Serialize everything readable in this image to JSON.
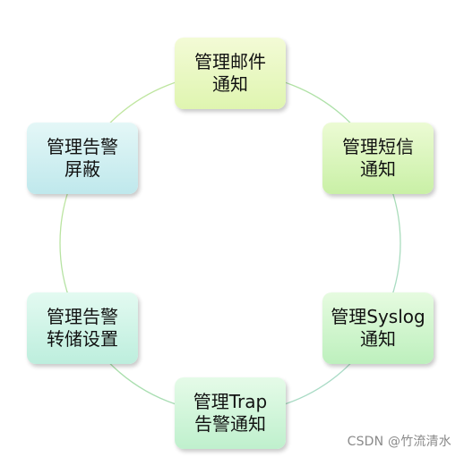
{
  "diagram": {
    "nodes": [
      {
        "id": "top",
        "label": "管理邮件\n通知",
        "gradient": [
          "#f3fbd6",
          "#dff5b0"
        ]
      },
      {
        "id": "upper-right",
        "label": "管理短信\n通知",
        "gradient": [
          "#ecfbd4",
          "#c9f0a6"
        ]
      },
      {
        "id": "lower-right",
        "label": "管理Syslog\n通知",
        "gradient": [
          "#e6fbe0",
          "#bdf0bd"
        ]
      },
      {
        "id": "bottom",
        "label": "管理Trap\n告警通知",
        "gradient": [
          "#e5fbe8",
          "#bff0cd"
        ]
      },
      {
        "id": "lower-left",
        "label": "管理告警\n转储设置",
        "gradient": [
          "#e3faf1",
          "#bdeedd"
        ]
      },
      {
        "id": "upper-left",
        "label": "管理告警\n屏蔽",
        "gradient": [
          "#e4f7f7",
          "#bfe8ec"
        ]
      }
    ],
    "ring_colors": [
      "#c8e89a",
      "#a9dfa9",
      "#a9d9d2"
    ]
  },
  "watermark": "CSDN @竹流清水"
}
